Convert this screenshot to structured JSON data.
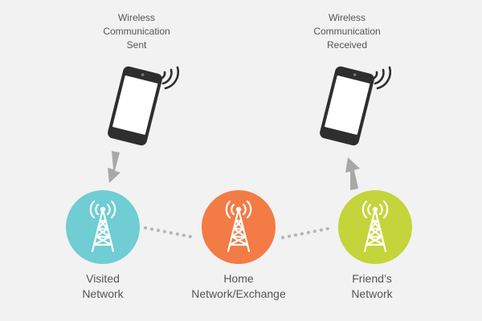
{
  "phones": [
    {
      "lines": [
        "Wireless",
        "Communication",
        "Sent"
      ],
      "arrow": "down"
    },
    {
      "lines": [
        "Wireless",
        "Communication",
        "Received"
      ],
      "arrow": "up"
    }
  ],
  "networks": [
    {
      "lines": [
        "Visited",
        "Network"
      ],
      "color": "#6fcdd3"
    },
    {
      "lines": [
        "Home",
        "Network/Exchange"
      ],
      "color": "#f37b46"
    },
    {
      "lines": [
        "Friend’s",
        "Network"
      ],
      "color": "#c3d53a"
    }
  ],
  "colors": {
    "background": "#f2f2f2",
    "phone_body": "#2e2e2e",
    "phone_screen": "#ffffff",
    "signal_waves": "#2e2e2e",
    "arrow": "#a8a8a8",
    "dotted_link": "#b5b5b5",
    "text": "#555555",
    "tower_icon": "#ffffff"
  },
  "icons": {
    "phone": "smartphone-icon",
    "signal": "wifi-signal-icon",
    "tower": "radio-tower-icon"
  }
}
